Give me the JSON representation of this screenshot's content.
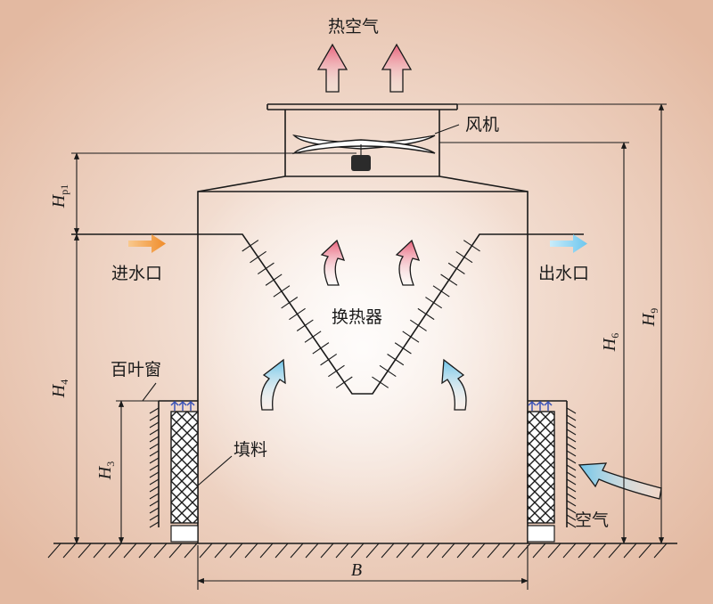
{
  "labels": {
    "hot_air": "热空气",
    "fan": "风机",
    "inlet": "进水口",
    "outlet": "出水口",
    "heat_exchanger": "换热器",
    "louver": "百叶窗",
    "fill": "填料",
    "air": "空气"
  },
  "dimensions": {
    "hp1": {
      "main": "H",
      "sub": "p1"
    },
    "h4": {
      "main": "H",
      "sub": "4"
    },
    "h3": {
      "main": "H",
      "sub": "3"
    },
    "h6": {
      "main": "H",
      "sub": "6"
    },
    "h9": {
      "main": "H",
      "sub": "9"
    },
    "b": "B"
  },
  "colors": {
    "background_center": "#fbf2ec",
    "background_edge": "#e3b9a1",
    "hot_arrow": "#e8607a",
    "cool_arrow": "#6fc4e8",
    "inlet_arrow": "#f08c2a",
    "outlet_arrow": "#6cc6ee",
    "mesh": "#1a1a1a",
    "nozzle": "#3a52b8"
  }
}
